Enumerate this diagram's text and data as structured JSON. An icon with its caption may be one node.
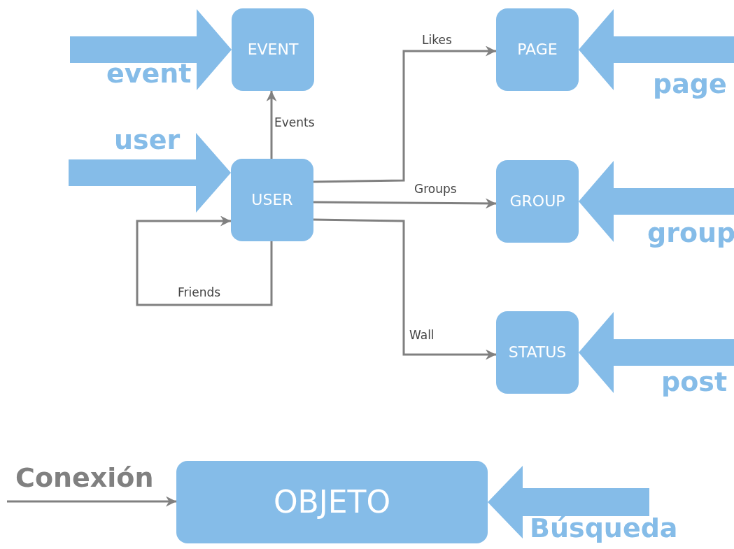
{
  "diagram": {
    "nodes": [
      {
        "text": [
          "EVENT"
        ]
      },
      {
        "text": [
          "USER"
        ]
      },
      {
        "text": [
          "PAGE"
        ]
      },
      {
        "text": [
          "GROUP"
        ]
      },
      {
        "text": [
          "STATUS"
        ]
      },
      {
        "text": [
          "OBJETO"
        ]
      }
    ],
    "edges": [
      {
        "from": 1,
        "to": 0,
        "arrow": "to",
        "label": "Events"
      },
      {
        "from": 1,
        "to": 2,
        "arrow": "to",
        "label": "Likes"
      },
      {
        "from": 1,
        "to": 3,
        "arrow": "to",
        "label": "Groups"
      },
      {
        "from": 1,
        "to": 4,
        "arrow": "to",
        "label": "Wall"
      },
      {
        "from": 1,
        "to": 1,
        "arrow": "to",
        "label": "Friends"
      },
      {
        "from": null,
        "to": 0,
        "arrow": "to",
        "label": "event",
        "style": "thick",
        "color": "#85bce8"
      },
      {
        "from": null,
        "to": 1,
        "arrow": "to",
        "label": "user",
        "style": "thick",
        "color": "#85bce8"
      },
      {
        "from": null,
        "to": 2,
        "arrow": "to",
        "label": "page",
        "style": "thick",
        "color": "#85bce8"
      },
      {
        "from": null,
        "to": 3,
        "arrow": "to",
        "label": "group",
        "style": "thick",
        "color": "#85bce8"
      },
      {
        "from": null,
        "to": 4,
        "arrow": "to",
        "label": "post",
        "style": "thick",
        "color": "#85bce8"
      },
      {
        "from": null,
        "to": 5,
        "arrow": "to",
        "label": "Conexión"
      },
      {
        "from": null,
        "to": 5,
        "arrow": "to",
        "label": "Búsqueda",
        "style": "thick",
        "color": "#85bce8"
      }
    ]
  }
}
